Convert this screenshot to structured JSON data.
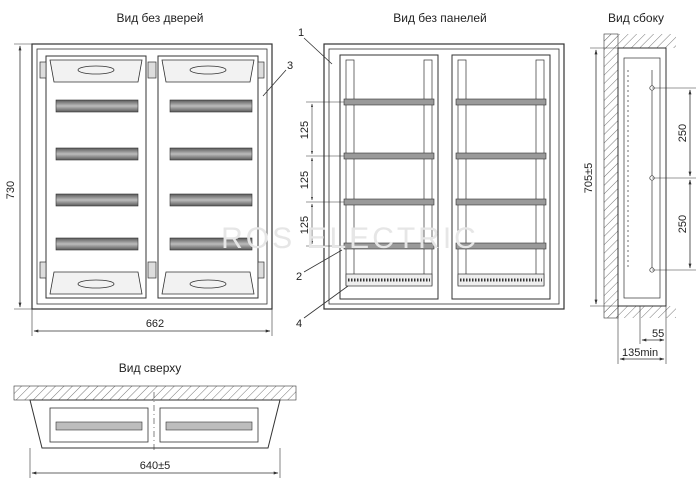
{
  "views": {
    "front_no_doors": "Вид без дверей",
    "front_no_panels": "Вид без панелей",
    "side": "Вид сбоку",
    "top": "Вид сверху"
  },
  "dimensions": {
    "height_overall": "730",
    "width_overall": "662",
    "rail_pitch_1": "125",
    "rail_pitch_2": "125",
    "rail_pitch_3": "125",
    "side_height": "705±5",
    "side_pitch_1": "250",
    "side_pitch_2": "250",
    "side_depth_small": "55",
    "side_depth_min": "135min",
    "top_width": "640±5"
  },
  "callouts": {
    "c1": "1",
    "c2": "2",
    "c3": "3",
    "c4": "4"
  },
  "watermark": "ROS ELECTRIC",
  "colors": {
    "line": "#333333",
    "hatch": "#777777",
    "rail_fill": "#8a8a8a",
    "watermark": "#e6e6e6",
    "accent": "#e8a33c"
  }
}
